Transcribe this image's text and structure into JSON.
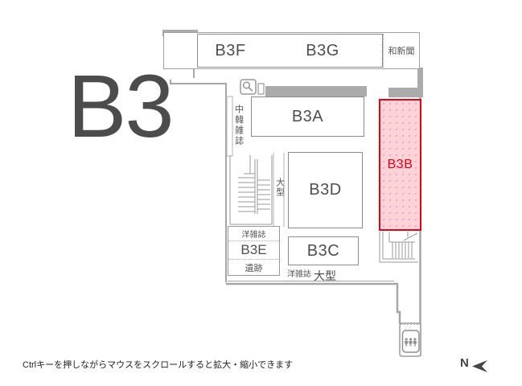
{
  "floor_label": "B3",
  "rooms": {
    "b3f": "B3F",
    "b3g": "B3G",
    "b3a": "B3A",
    "b3b": "B3B",
    "b3c": "B3C",
    "b3d": "B3D",
    "b3e": "B3E"
  },
  "sections": {
    "japanese_newspapers": "和新聞",
    "chinese_korean_magazines": "中韓雑誌",
    "large_size_center": "大型",
    "western_magazines_b3e": "洋雑誌",
    "site_reports": "遺跡",
    "western_magazines_bottom": "洋雑誌",
    "large_size_bottom": "大型"
  },
  "icons": {
    "elevator_top": "elevator-icon",
    "elevator_bottom": "elevator-icon",
    "stairs_left": "stairs-icon",
    "stairs_right": "stairs-icon",
    "search": "search-icon",
    "compass_arrow": "compass-arrow-icon",
    "elevator_arrows": "↓↑"
  },
  "colors": {
    "highlight_fill": "#ffd3d8",
    "highlight_dot": "#e9a7cc",
    "highlight_border": "#e60012",
    "highlight_text": "#e60012",
    "wall": "#ababab",
    "line": "#9a9a9a",
    "text_primary": "#4f4f4f"
  },
  "footer": {
    "hint": "Ctrlキーを押しながらマウスをスクロールすると拡大・縮小できます",
    "compass_label": "N"
  }
}
